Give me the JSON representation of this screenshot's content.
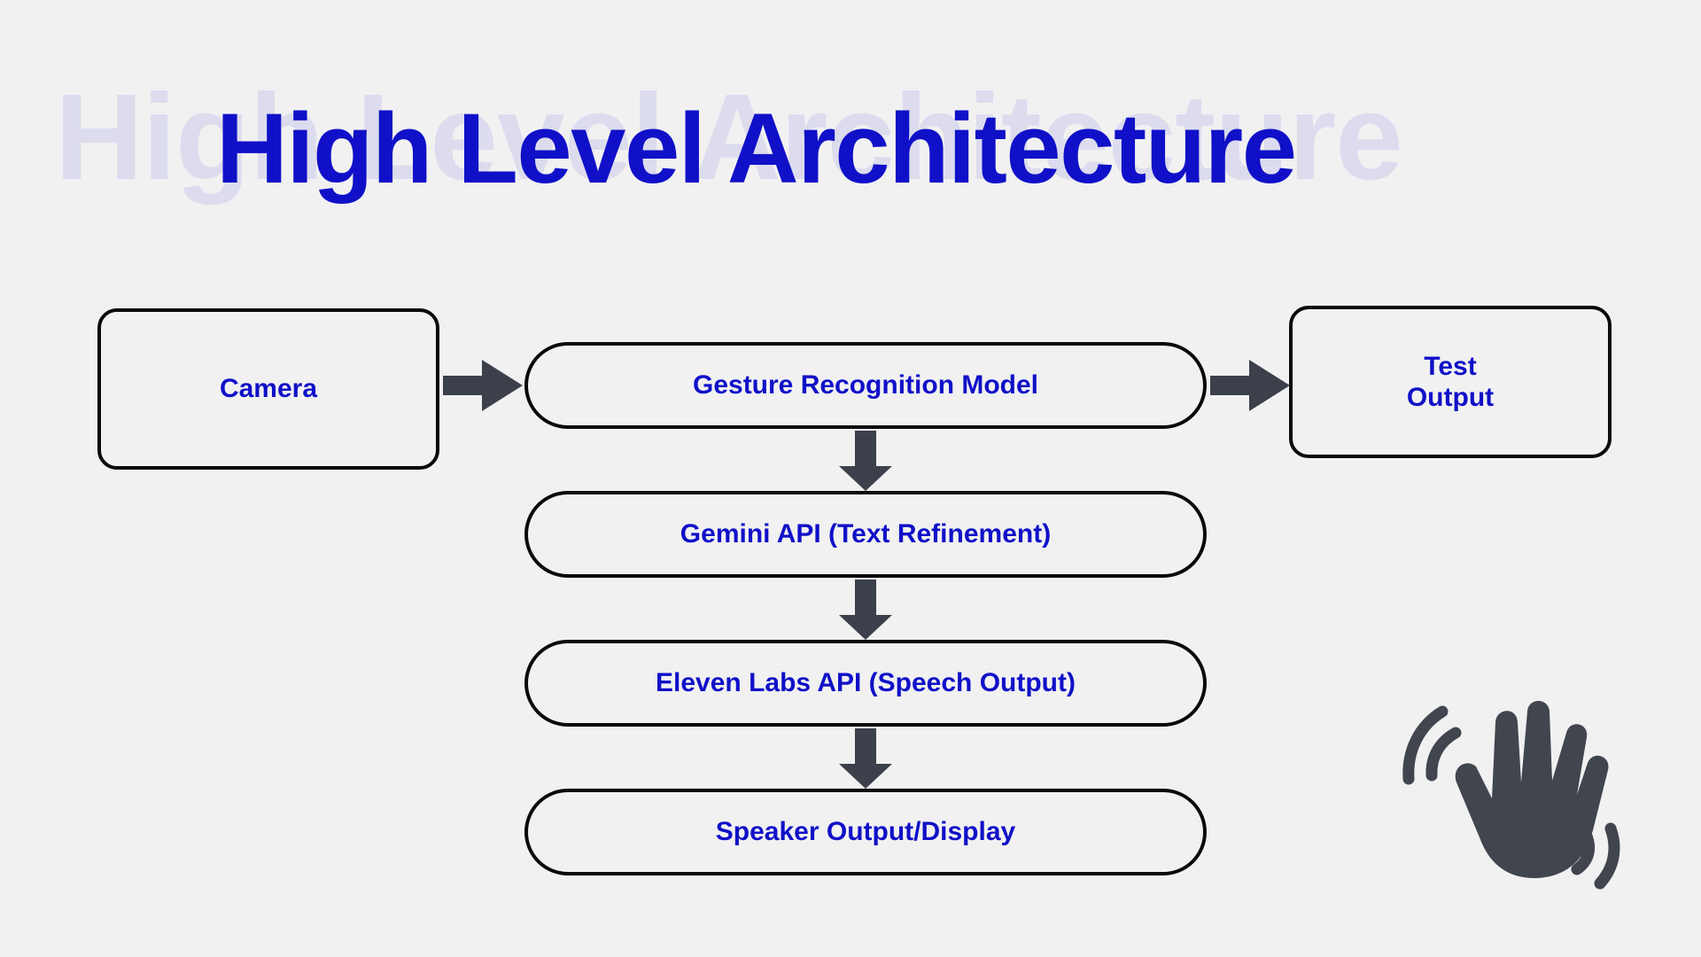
{
  "title": {
    "text": "High Level Architecture",
    "ghost_text": "High Level Architecture",
    "color": "#1010c8",
    "ghost_color": "#dcdcee"
  },
  "canvas": {
    "background": "#f1f1f2",
    "node_border_color": "#0a0a0a",
    "arrow_color": "#3b404a",
    "hand_color": "#41454e"
  },
  "diagram": {
    "nodes": [
      {
        "id": "camera",
        "label": "Camera",
        "shape": "rect"
      },
      {
        "id": "gesture",
        "label": "Gesture Recognition Model",
        "shape": "pill"
      },
      {
        "id": "test",
        "label_line1": "Test",
        "label_line2": "Output",
        "shape": "rect"
      },
      {
        "id": "gemini",
        "label": "Gemini API (Text Refinement)",
        "shape": "pill"
      },
      {
        "id": "eleven",
        "label": "Eleven Labs API (Speech Output)",
        "shape": "pill"
      },
      {
        "id": "speaker",
        "label": "Speaker Output/Display",
        "shape": "pill"
      }
    ],
    "edges": [
      {
        "from": "camera",
        "to": "gesture",
        "direction": "right"
      },
      {
        "from": "gesture",
        "to": "test",
        "direction": "right"
      },
      {
        "from": "gesture",
        "to": "gemini",
        "direction": "down"
      },
      {
        "from": "gemini",
        "to": "eleven",
        "direction": "down"
      },
      {
        "from": "eleven",
        "to": "speaker",
        "direction": "down"
      }
    ]
  },
  "decoration": {
    "hand_icon_name": "waving-hand-icon"
  }
}
